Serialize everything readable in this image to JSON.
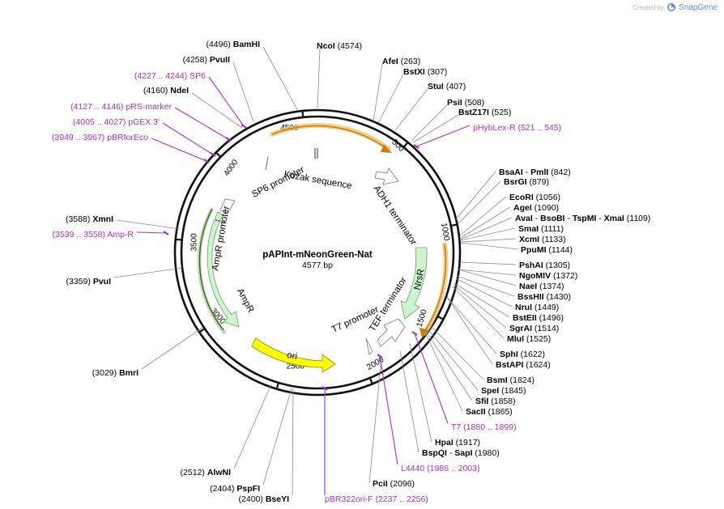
{
  "brand": {
    "prefix": "Created by",
    "name": "SnapGene"
  },
  "plasmid": {
    "name": "pAPInt-mNeonGreen-Nat",
    "length": 4577,
    "length_label": "4577 bp"
  },
  "ticks": [
    {
      "bp": 500,
      "label": "500"
    },
    {
      "bp": 1000,
      "label": "1000"
    },
    {
      "bp": 1500,
      "label": "1500"
    },
    {
      "bp": 2000,
      "label": "2000"
    },
    {
      "bp": 2500,
      "label": "2500"
    },
    {
      "bp": 3000,
      "label": "3000"
    },
    {
      "bp": 3500,
      "label": "3500"
    },
    {
      "bp": 4000,
      "label": "4000"
    },
    {
      "bp": 4500,
      "label": "4500"
    }
  ],
  "colors": {
    "site_name": "#000000",
    "primer": "#a332c8",
    "pointer_line": "#8a8a8a",
    "backbone": "#111111",
    "ori": "#ffff00",
    "promoter_fill": "#ffffff",
    "amp_fill": "#ccf5cc",
    "amp_halo": "#4d8a2a",
    "nrs_fill": "#ccf5cc",
    "nrs_halo": "#f2c15e",
    "neon_halo": "#f2c15e",
    "neon_line": "#c77f1a"
  },
  "sites": [
    {
      "id": "ncoi",
      "text": "NcoI (4574)",
      "parts": [
        [
          "NcoI",
          "b"
        ],
        [
          "  (4574)",
          "n"
        ]
      ]
    },
    {
      "id": "afei",
      "text": "AfeI (263)",
      "parts": [
        [
          "AfeI",
          "b"
        ],
        [
          "  (263)",
          "n"
        ]
      ]
    },
    {
      "id": "bstxi",
      "text": "BstXI (307)",
      "parts": [
        [
          "BstXI",
          "b"
        ],
        [
          "  (307)",
          "n"
        ]
      ]
    },
    {
      "id": "stui",
      "text": "StuI (407)",
      "parts": [
        [
          "StuI",
          "b"
        ],
        [
          "  (407)",
          "n"
        ]
      ]
    },
    {
      "id": "psii",
      "text": "PsiI (508)",
      "parts": [
        [
          "PsiI",
          "b"
        ],
        [
          "  (508)",
          "n"
        ]
      ]
    },
    {
      "id": "bstz17i",
      "text": "BstZ17I (525)",
      "parts": [
        [
          "BstZ17I",
          "b"
        ],
        [
          "  (525)",
          "n"
        ]
      ]
    },
    {
      "id": "bsaai",
      "text": "BsaAI - PmlI (842)",
      "parts": [
        [
          "BsaAI",
          "b"
        ],
        [
          "  - ",
          "n"
        ],
        [
          "PmlI",
          "b"
        ],
        [
          "  (842)",
          "n"
        ]
      ]
    },
    {
      "id": "bsrgi",
      "text": "BsrGI (879)",
      "parts": [
        [
          "BsrGI",
          "b"
        ],
        [
          "  (879)",
          "n"
        ]
      ]
    },
    {
      "id": "ecori",
      "text": "EcoRI (1056)",
      "parts": [
        [
          "EcoRI",
          "b"
        ],
        [
          "  (1056)",
          "n"
        ]
      ]
    },
    {
      "id": "agei",
      "text": "AgeI (1090)",
      "parts": [
        [
          "AgeI",
          "b"
        ],
        [
          "  (1090)",
          "n"
        ]
      ]
    },
    {
      "id": "avai",
      "text": "AvaI - BsoBI - TspMI - XmaI (1109)",
      "parts": [
        [
          "AvaI",
          "b"
        ],
        [
          "  - ",
          "n"
        ],
        [
          "BsoBI",
          "b"
        ],
        [
          "  - ",
          "n"
        ],
        [
          "TspMI",
          "b"
        ],
        [
          "  - ",
          "n"
        ],
        [
          "XmaI",
          "b"
        ],
        [
          "  (1109)",
          "n"
        ]
      ]
    },
    {
      "id": "smai",
      "text": "SmaI (1111)",
      "parts": [
        [
          "SmaI",
          "b"
        ],
        [
          "  (1111)",
          "n"
        ]
      ]
    },
    {
      "id": "xcmi",
      "text": "XcmI (1133)",
      "parts": [
        [
          "XcmI",
          "b"
        ],
        [
          "  (1133)",
          "n"
        ]
      ]
    },
    {
      "id": "ppumi",
      "text": "PpuMI (1144)",
      "parts": [
        [
          "PpuMI",
          "b"
        ],
        [
          "  (1144)",
          "n"
        ]
      ]
    },
    {
      "id": "pshai",
      "text": "PshAI (1305)",
      "parts": [
        [
          "PshAI",
          "b"
        ],
        [
          "  (1305)",
          "n"
        ]
      ]
    },
    {
      "id": "ngomiv",
      "text": "NgoMIV (1372)",
      "parts": [
        [
          "NgoMIV",
          "b"
        ],
        [
          "  (1372)",
          "n"
        ]
      ]
    },
    {
      "id": "naei",
      "text": "NaeI (1374)",
      "parts": [
        [
          "NaeI",
          "b"
        ],
        [
          "  (1374)",
          "n"
        ]
      ]
    },
    {
      "id": "bsshii",
      "text": "BssHII (1430)",
      "parts": [
        [
          "BssHII",
          "b"
        ],
        [
          "  (1430)",
          "n"
        ]
      ]
    },
    {
      "id": "nrui",
      "text": "NruI (1449)",
      "parts": [
        [
          "NruI",
          "b"
        ],
        [
          "  (1449)",
          "n"
        ]
      ]
    },
    {
      "id": "bsteii",
      "text": "BstEII (1496)",
      "parts": [
        [
          "BstEII",
          "b"
        ],
        [
          "  (1496)",
          "n"
        ]
      ]
    },
    {
      "id": "sgrai",
      "text": "SgrAI (1514)",
      "parts": [
        [
          "SgrAI",
          "b"
        ],
        [
          "  (1514)",
          "n"
        ]
      ]
    },
    {
      "id": "mlui",
      "text": "MluI (1525)",
      "parts": [
        [
          "MluI",
          "b"
        ],
        [
          "  (1525)",
          "n"
        ]
      ]
    },
    {
      "id": "sphi",
      "text": "SphI (1622)",
      "parts": [
        [
          "SphI",
          "b"
        ],
        [
          "  (1622)",
          "n"
        ]
      ]
    },
    {
      "id": "bstapi",
      "text": "BstAPI (1624)",
      "parts": [
        [
          "BstAPI",
          "b"
        ],
        [
          "  (1624)",
          "n"
        ]
      ]
    },
    {
      "id": "bsmi",
      "text": "BsmI (1824)",
      "parts": [
        [
          "BsmI",
          "b"
        ],
        [
          "  (1824)",
          "n"
        ]
      ]
    },
    {
      "id": "spei",
      "text": "SpeI (1845)",
      "parts": [
        [
          "SpeI",
          "b"
        ],
        [
          "  (1845)",
          "n"
        ]
      ]
    },
    {
      "id": "sfii",
      "text": "SfiI (1858)",
      "parts": [
        [
          "SfiI",
          "b"
        ],
        [
          "  (1858)",
          "n"
        ]
      ]
    },
    {
      "id": "sacii",
      "text": "SacII (1865)",
      "parts": [
        [
          "SacII",
          "b"
        ],
        [
          "  (1865)",
          "n"
        ]
      ]
    },
    {
      "id": "hpai",
      "text": "HpaI (1917)",
      "parts": [
        [
          "HpaI",
          "b"
        ],
        [
          "  (1917)",
          "n"
        ]
      ]
    },
    {
      "id": "bspqi",
      "text": "BspQI - SapI (1980)",
      "parts": [
        [
          "BspQI",
          "b"
        ],
        [
          "  - ",
          "n"
        ],
        [
          "SapI",
          "b"
        ],
        [
          "  (1980)",
          "n"
        ]
      ]
    },
    {
      "id": "pcii",
      "text": "PciI (2096)",
      "parts": [
        [
          "PciI",
          "b"
        ],
        [
          "  (2096)",
          "n"
        ]
      ]
    },
    {
      "id": "bseyi",
      "text": "(2400) BseYI",
      "parts": [
        [
          "(2400)  ",
          "n"
        ],
        [
          "BseYI",
          "b"
        ]
      ]
    },
    {
      "id": "pspfi",
      "text": "(2404) PspFI",
      "parts": [
        [
          "(2404)  ",
          "n"
        ],
        [
          "PspFI",
          "b"
        ]
      ]
    },
    {
      "id": "alwni",
      "text": "(2512) AlwNI",
      "parts": [
        [
          "(2512)  ",
          "n"
        ],
        [
          "AlwNI",
          "b"
        ]
      ]
    },
    {
      "id": "bmri",
      "text": "(3029) BmrI",
      "parts": [
        [
          "(3029)  ",
          "n"
        ],
        [
          "BmrI",
          "b"
        ]
      ]
    },
    {
      "id": "pvui",
      "text": "(3359) PvuI",
      "parts": [
        [
          "(3359)  ",
          "n"
        ],
        [
          "PvuI",
          "b"
        ]
      ]
    },
    {
      "id": "xmni",
      "text": "(3588) XmnI",
      "parts": [
        [
          "(3588)  ",
          "n"
        ],
        [
          "XmnI",
          "b"
        ]
      ]
    },
    {
      "id": "ndei",
      "text": "(4160) NdeI",
      "parts": [
        [
          "(4160)  ",
          "n"
        ],
        [
          "NdeI",
          "b"
        ]
      ]
    },
    {
      "id": "pvuii",
      "text": "(4258) PvuII",
      "parts": [
        [
          "(4258)  ",
          "n"
        ],
        [
          "PvuII",
          "b"
        ]
      ]
    },
    {
      "id": "bamhi",
      "text": "(4496) BamHI",
      "parts": [
        [
          "(4496)  ",
          "n"
        ],
        [
          "BamHI",
          "b"
        ]
      ]
    }
  ],
  "primers": [
    {
      "id": "phyblex",
      "text": "pHybLex-R (521 .. 545)",
      "parts": [
        [
          "pHybLex-R",
          "p"
        ],
        [
          "   (521 .. 545)",
          "p"
        ]
      ]
    },
    {
      "id": "t7",
      "text": "T7 (1880 .. 1899)",
      "parts": [
        [
          "T7",
          "p"
        ],
        [
          "   (1880 .. 1899)",
          "p"
        ]
      ]
    },
    {
      "id": "l4440",
      "text": "L4440 (1986 .. 2003)",
      "parts": [
        [
          "L4440",
          "p"
        ],
        [
          "   (1986 .. 2003)",
          "p"
        ]
      ]
    },
    {
      "id": "pbr322",
      "text": "pBR322ori-F (2237 .. 2256)",
      "parts": [
        [
          "pBR322ori-F",
          "p"
        ],
        [
          "   (2237 .. 2256)",
          "p"
        ]
      ]
    },
    {
      "id": "ampr",
      "text": "(3539 .. 3558) Amp-R",
      "parts": [
        [
          "(3539 .. 3558)  ",
          "p"
        ],
        [
          "Amp-R",
          "p"
        ]
      ]
    },
    {
      "id": "pbrforeco",
      "text": "(3949 .. 3967) pBRforEco",
      "parts": [
        [
          "(3949 .. 3967)  ",
          "p"
        ],
        [
          "pBRforEco",
          "p"
        ]
      ]
    },
    {
      "id": "pgex",
      "text": "(4005 .. 4027) pGEX 3'",
      "parts": [
        [
          "(4005 .. 4027)  ",
          "p"
        ],
        [
          "pGEX 3'",
          "p"
        ]
      ]
    },
    {
      "id": "prsmarker",
      "text": "(4127 .. 4146) pRS-marker",
      "parts": [
        [
          "(4127 .. 4146)  ",
          "p"
        ],
        [
          "pRS-marker",
          "p"
        ]
      ]
    },
    {
      "id": "sp6",
      "text": "(4227 .. 4244) SP6",
      "parts": [
        [
          "(4227 .. 4244)  ",
          "p"
        ],
        [
          "SP6",
          "p"
        ]
      ]
    }
  ],
  "features": [
    {
      "id": "sp6-promoter",
      "label": "SP6 promoter"
    },
    {
      "id": "kozak-sequence",
      "label": "Kozak sequence"
    },
    {
      "id": "adh1-terminator",
      "label": "ADH1 terminator"
    },
    {
      "id": "nrsr",
      "label": "NrsR"
    },
    {
      "id": "tef-terminator",
      "label": "TEF terminator"
    },
    {
      "id": "t7-promoter",
      "label": "T7 promoter"
    },
    {
      "id": "ori",
      "label": "ori"
    },
    {
      "id": "ampr",
      "label": "AmpR"
    },
    {
      "id": "ampr-promoter",
      "label": "AmpR promoter"
    }
  ]
}
